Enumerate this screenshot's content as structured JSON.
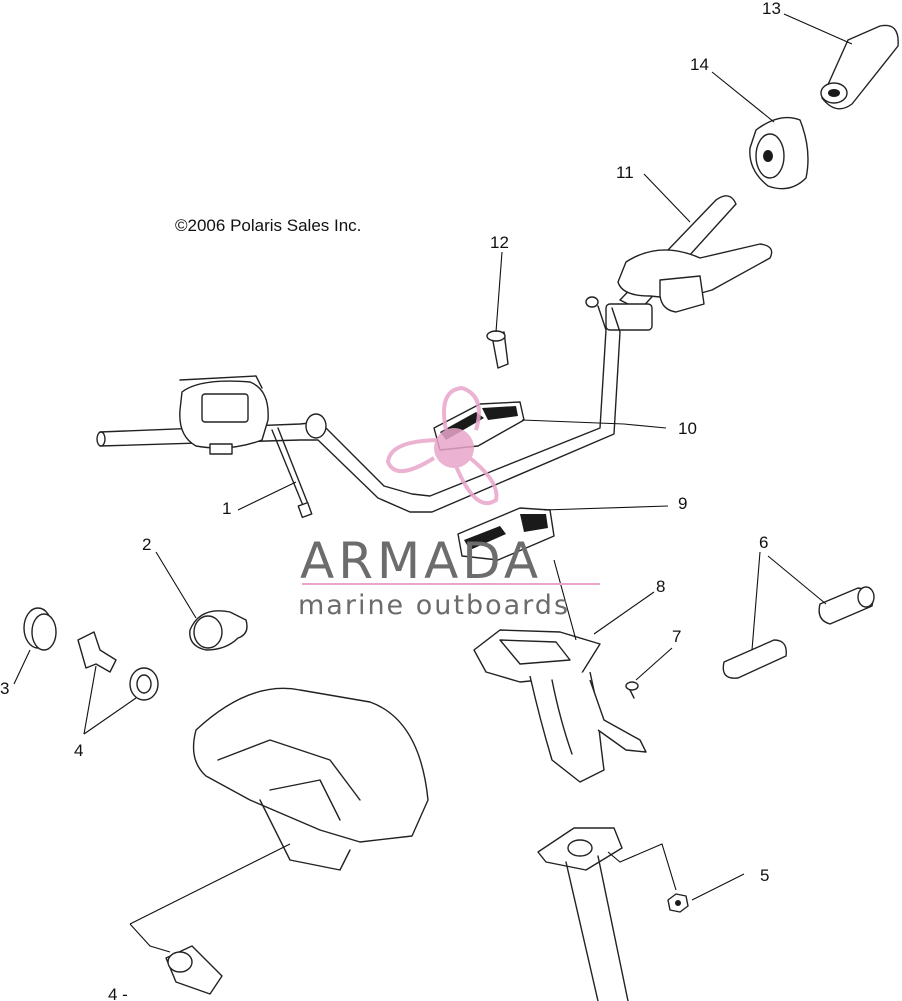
{
  "copyright": "©2006 Polaris Sales Inc.",
  "watermark": {
    "name": "ARMADA",
    "tagline": "marine outboards",
    "accent_color": "#e8a5c9"
  },
  "callouts": {
    "c1": "1",
    "c2": "2",
    "c3": "3",
    "c4a": "4",
    "c4b": "4 -",
    "c5": "5",
    "c6": "6",
    "c7": "7",
    "c8": "8",
    "c9": "9",
    "c10": "10",
    "c11": "11",
    "c12": "12",
    "c13": "13",
    "c14": "14"
  }
}
